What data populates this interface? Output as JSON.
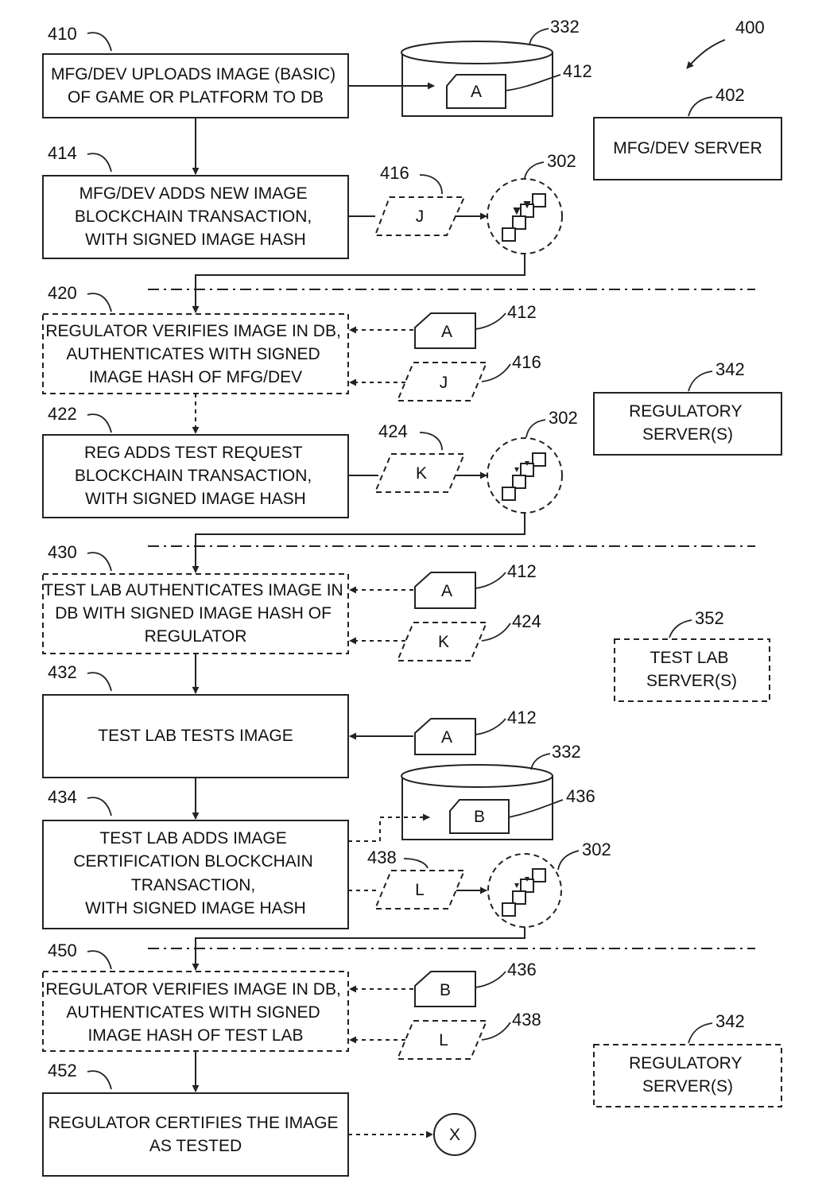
{
  "figure_number": "400",
  "steps": [
    {
      "ref": "410",
      "lines": [
        "MFG/DEV UPLOADS IMAGE (BASIC)",
        "OF GAME OR PLATFORM TO DB"
      ]
    },
    {
      "ref": "414",
      "lines": [
        "MFG/DEV ADDS NEW IMAGE",
        "BLOCKCHAIN TRANSACTION,",
        "WITH SIGNED IMAGE HASH"
      ]
    },
    {
      "ref": "420",
      "lines": [
        "REGULATOR VERIFIES IMAGE IN DB,",
        "AUTHENTICATES WITH SIGNED",
        "IMAGE HASH OF MFG/DEV"
      ]
    },
    {
      "ref": "422",
      "lines": [
        "REG ADDS TEST REQUEST",
        "BLOCKCHAIN TRANSACTION,",
        "WITH SIGNED IMAGE HASH"
      ]
    },
    {
      "ref": "430",
      "lines": [
        "TEST LAB AUTHENTICATES IMAGE IN",
        "DB WITH SIGNED IMAGE HASH OF",
        "REGULATOR"
      ]
    },
    {
      "ref": "432",
      "lines": [
        "TEST LAB TESTS IMAGE"
      ]
    },
    {
      "ref": "434",
      "lines": [
        "TEST LAB ADDS IMAGE",
        "CERTIFICATION BLOCKCHAIN",
        "TRANSACTION,",
        "WITH SIGNED IMAGE HASH"
      ]
    },
    {
      "ref": "450",
      "lines": [
        "REGULATOR VERIFIES IMAGE IN DB,",
        "AUTHENTICATES WITH SIGNED",
        "IMAGE HASH OF TEST LAB"
      ]
    },
    {
      "ref": "452",
      "lines": [
        "REGULATOR CERTIFIES THE IMAGE",
        "AS TESTED"
      ]
    }
  ],
  "servers": [
    {
      "ref": "402",
      "lines": [
        "MFG/DEV SERVER"
      ]
    },
    {
      "ref": "342",
      "lines": [
        "REGULATORY",
        "SERVER(S)"
      ]
    },
    {
      "ref": "352",
      "lines": [
        "TEST LAB",
        "SERVER(S)"
      ]
    },
    {
      "ref": "342",
      "lines": [
        "REGULATORY",
        "SERVER(S)"
      ]
    }
  ],
  "databases": [
    {
      "ref": "332",
      "image": {
        "label": "A",
        "ref": "412"
      }
    },
    {
      "ref": "332",
      "image": {
        "label": "B",
        "ref": "436"
      }
    }
  ],
  "blockchains": [
    {
      "ref": "302"
    },
    {
      "ref": "302"
    },
    {
      "ref": "302"
    }
  ],
  "transactions": [
    {
      "label": "J",
      "ref": "416"
    },
    {
      "label": "J",
      "ref": "416"
    },
    {
      "label": "K",
      "ref": "424"
    },
    {
      "label": "K",
      "ref": "424"
    },
    {
      "label": "L",
      "ref": "438"
    },
    {
      "label": "L",
      "ref": "438"
    }
  ],
  "image_refs": [
    {
      "label": "A",
      "ref": "412"
    },
    {
      "label": "A",
      "ref": "412"
    },
    {
      "label": "A",
      "ref": "412"
    },
    {
      "label": "B",
      "ref": "436"
    }
  ],
  "terminal": {
    "label": "X"
  }
}
